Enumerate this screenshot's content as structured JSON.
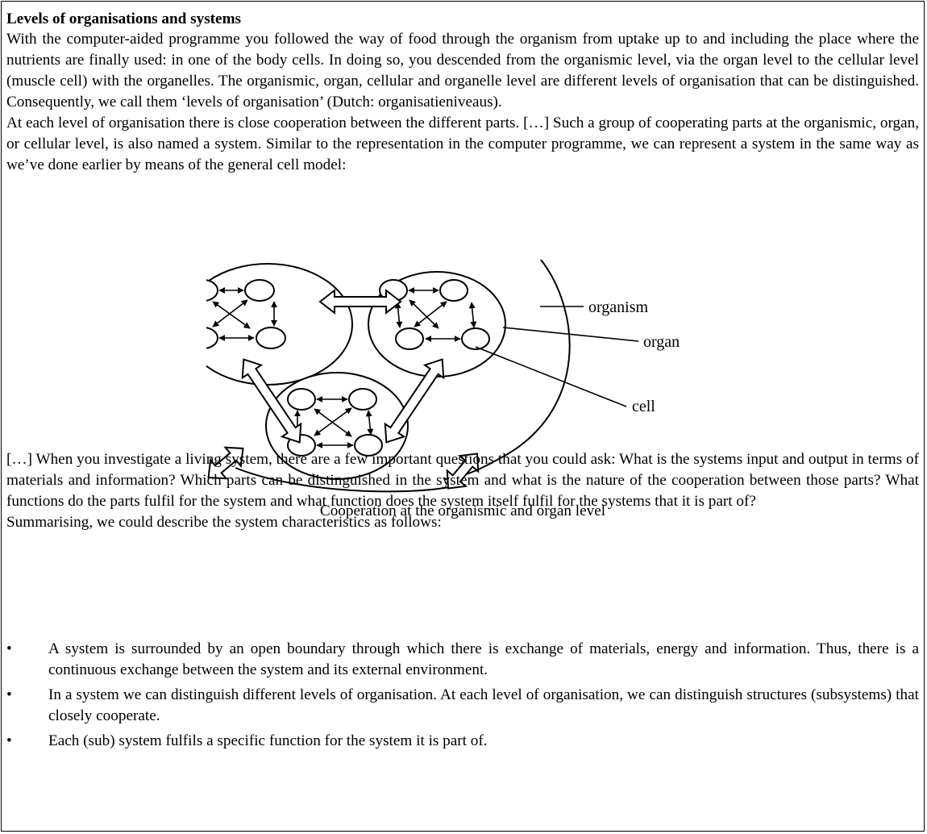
{
  "title": "Levels of organisations and systems",
  "paragraph1": "With the computer-aided programme you followed the way of food through the organism from uptake up to and including the place where the nutrients are finally used: in one of the body cells. In doing so, you descended from the organismic level, via the organ level to the cellular level (muscle cell) with the organelles. The organismic, organ, cellular and organelle level are different levels of organisation that can be distinguished. Consequently, we call them ‘levels of organisation’ (Dutch: organisatieniveaus).",
  "paragraph2": "At each level of organisation there is close cooperation between the different parts. […] Such a group of cooperating parts at the organismic, organ, or cellular level, is also named a system. Similar to the representation in the computer programme, we can represent a system in the same way as we’ve done earlier by means of the general cell model:",
  "diagram": {
    "labels": {
      "organism": "organism",
      "organ": "organ",
      "cell": "cell"
    },
    "caption": "Cooperation at the organismic and organ level"
  },
  "paragraph3": "[…] When you investigate a living system, there are a few important questions that you could ask: What is the systems input and output in terms of materials and information? Which parts can be distinguished in the system and what is the nature of the cooperation between those parts? What functions do the parts fulfil for the system and what function does the system itself fulfil for the systems that it is part of?",
  "paragraph4": "Summarising, we could describe the system characteristics as follows:",
  "bullet_symbol": "•",
  "bullets": [
    "A system is surrounded by an open boundary through which there is exchange of materials, energy and information. Thus, there is a continuous exchange between the system and its external environment.",
    "In a system we can distinguish different levels of organisation. At each level of organisation, we can distinguish structures (subsystems) that closely cooperate.",
    "Each (sub) system fulfils a specific function for the system it is part of."
  ]
}
